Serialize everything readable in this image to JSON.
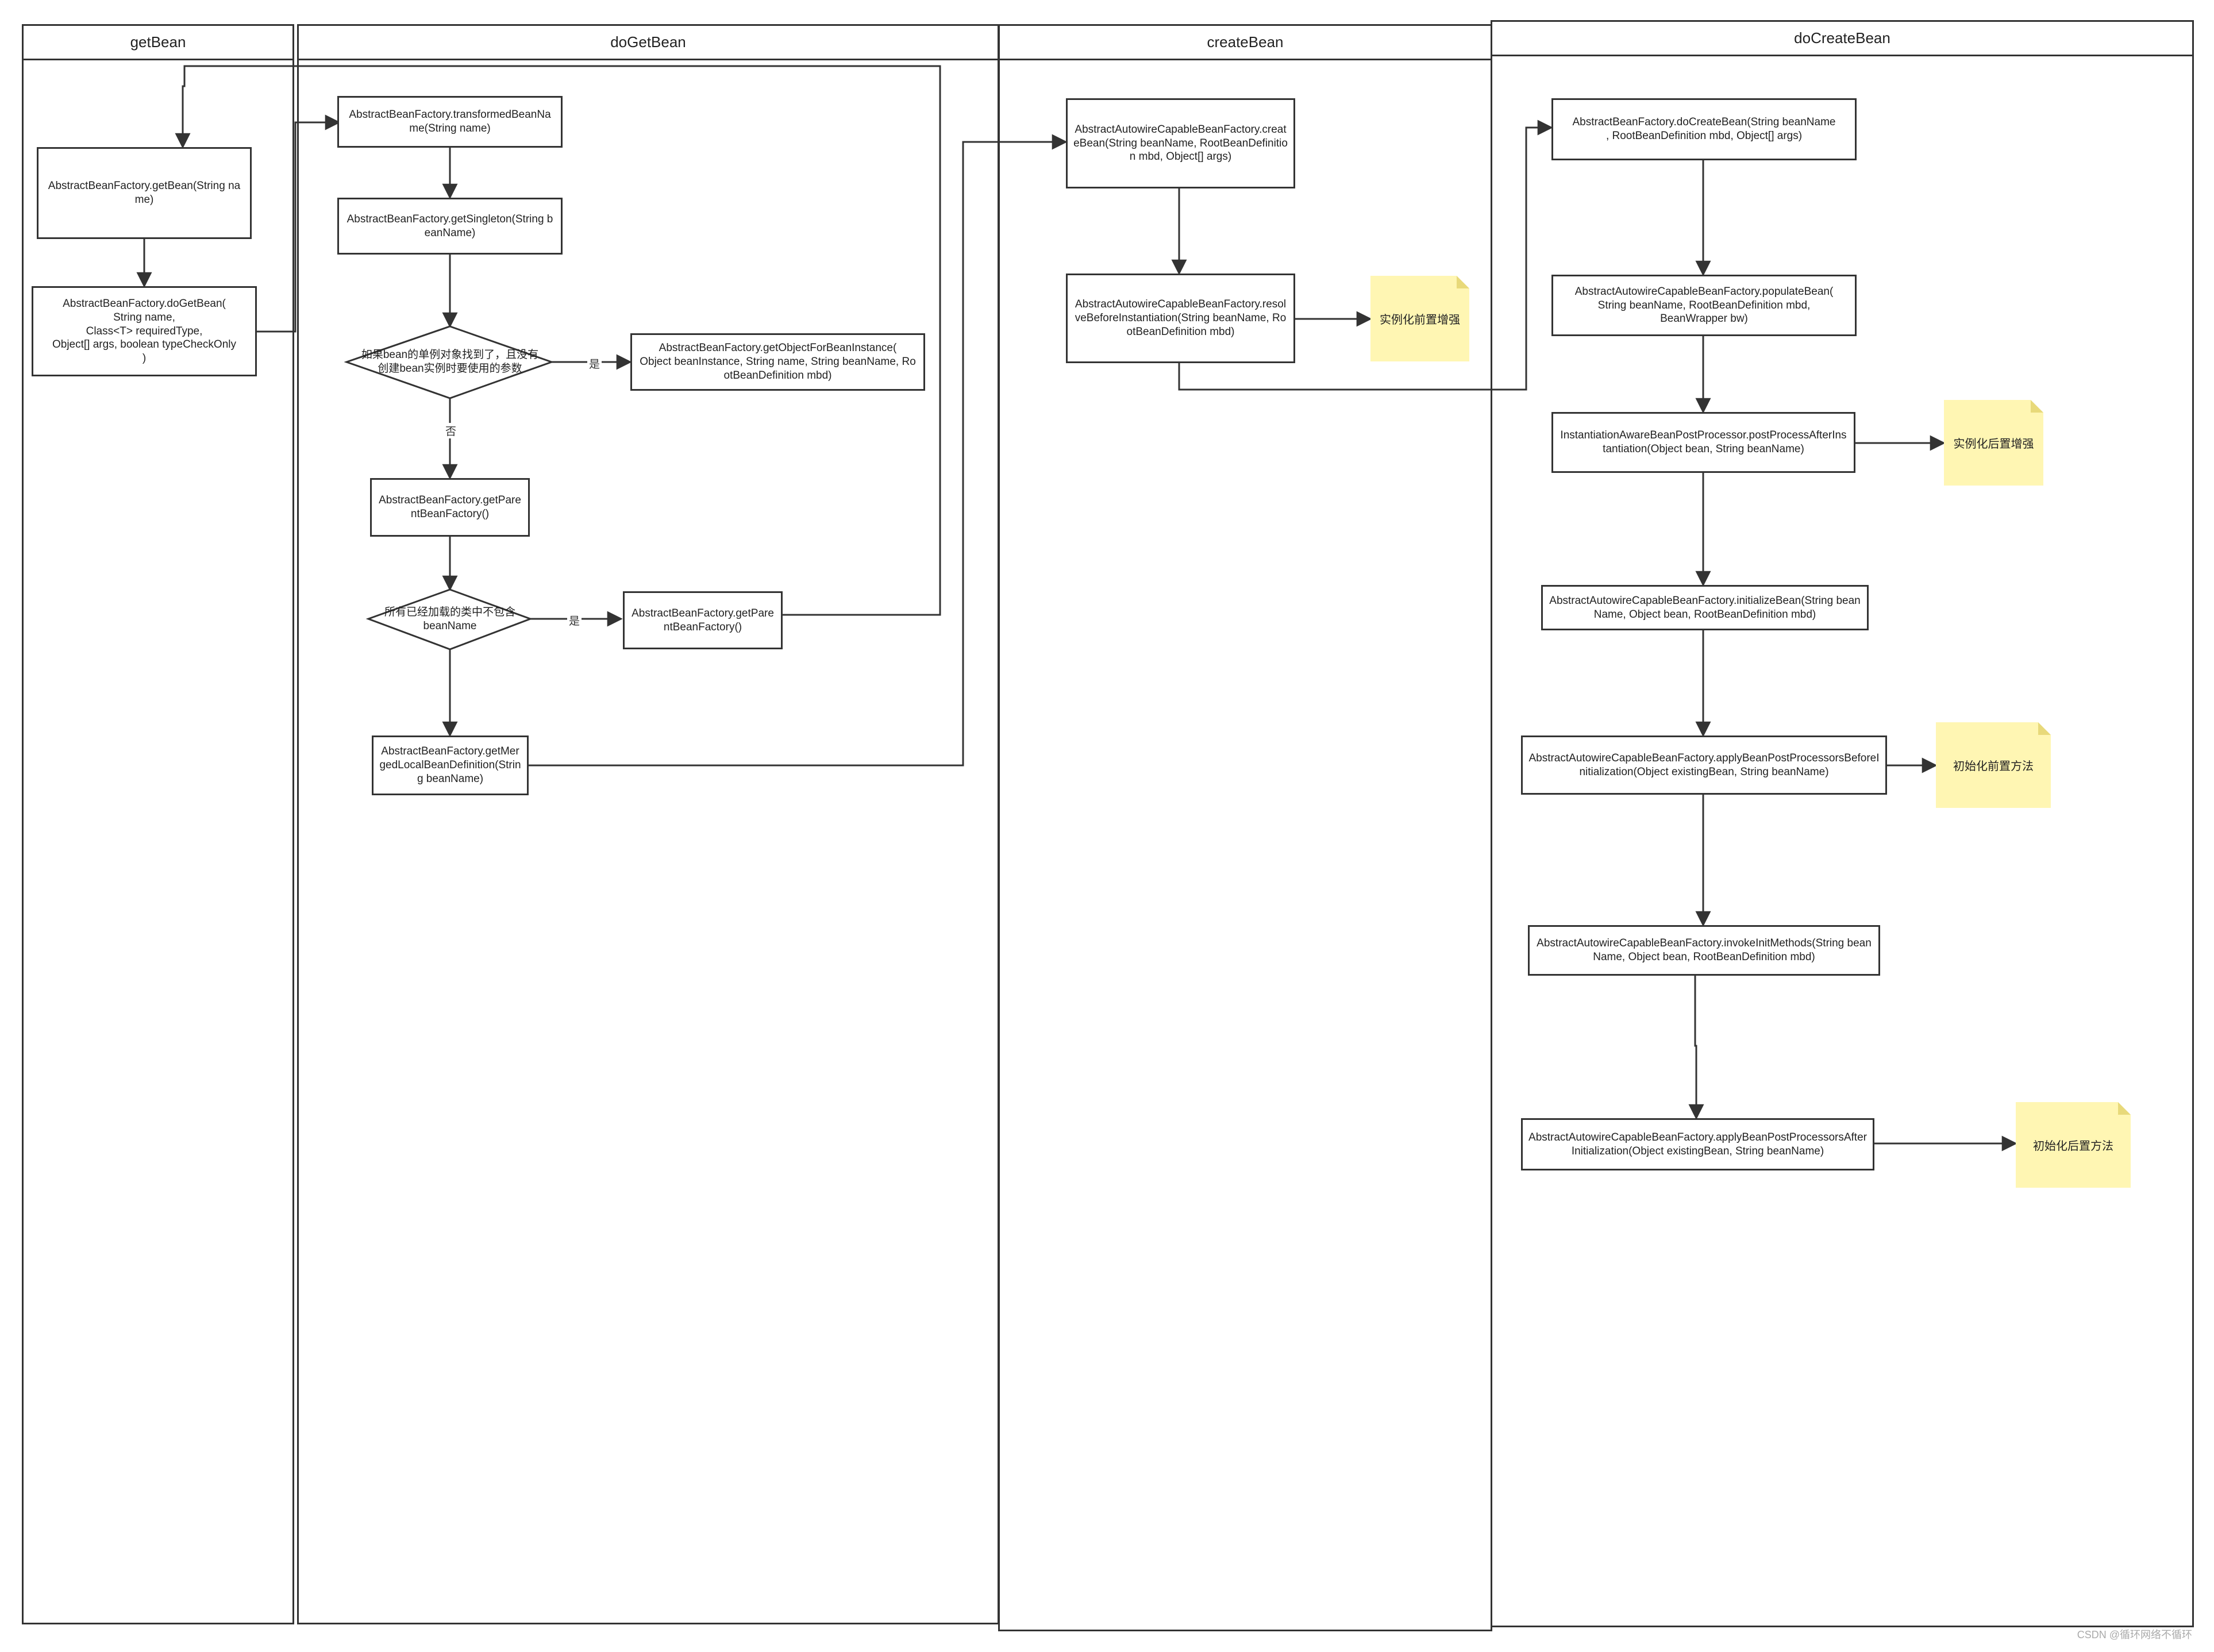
{
  "lanes": {
    "getBean": "getBean",
    "doGetBean": "doGetBean",
    "createBean": "createBean",
    "doCreateBean": "doCreateBean"
  },
  "nodes": {
    "getBean": "AbstractBeanFactory.getBean(String name)",
    "doGetBean": "AbstractBeanFactory.doGetBean(\nString name,\nClass<T> requiredType,\nObject[] args, boolean typeCheckOnly\n)",
    "transformedBeanName": "AbstractBeanFactory.transformedBeanName(String name)",
    "getSingleton": "AbstractBeanFactory.getSingleton(String beanName)",
    "singletonCheck": "如果bean的单例对象找到了，且没有\n创建bean实例时要使用的参数",
    "getObjectForBeanInstance": "AbstractBeanFactory.getObjectForBeanInstance(\nObject beanInstance, String name, String beanName,  RootBeanDefinition mbd)",
    "getParentBeanFactory1": "AbstractBeanFactory.getParentBeanFactory()",
    "parentCheck": "所有已经加载的类中不包含\nbeanName",
    "getParentBeanFactory2": "AbstractBeanFactory.getParentBeanFactory()",
    "getMergedLocalBeanDefinition": "AbstractBeanFactory.getMergedLocalBeanDefinition(String beanName)",
    "createBean": "AbstractAutowireCapableBeanFactory.createBean(String beanName, RootBeanDefinition mbd, Object[] args)",
    "resolveBeforeInstantiation": "AbstractAutowireCapableBeanFactory.resolveBeforeInstantiation(String beanName, RootBeanDefinition mbd)",
    "doCreateBean": "AbstractBeanFactory.doCreateBean(String beanName\n, RootBeanDefinition mbd, Object[] args)",
    "populateBean": "AbstractAutowireCapableBeanFactory.populateBean(\nString beanName, RootBeanDefinition mbd,\nBeanWrapper bw)",
    "postProcessAfterInstantiation": "InstantiationAwareBeanPostProcessor.postProcessAfterInstantiation(Object bean, String beanName)",
    "initializeBean": "AbstractAutowireCapableBeanFactory.initializeBean(String beanName, Object bean,  RootBeanDefinition mbd)",
    "applyBeforeInit": "AbstractAutowireCapableBeanFactory.applyBeanPostProcessorsBeforeInitialization(Object existingBean, String beanName)",
    "invokeInitMethods": "AbstractAutowireCapableBeanFactory.invokeInitMethods(String beanName, Object bean, RootBeanDefinition mbd)",
    "applyAfterInit": "AbstractAutowireCapableBeanFactory.applyBeanPostProcessorsAfterInitialization(Object existingBean, String beanName)"
  },
  "notes": {
    "beforeInstantiation": "实例化前置增强",
    "afterInstantiation": "实例化后置增强",
    "beforeInitialization": "初始化前置方法",
    "afterInitialization": "初始化后置方法"
  },
  "edge_labels": {
    "yes1": "是",
    "no1": "否",
    "yes2": "是"
  },
  "watermark": "CSDN @循环网络不循环",
  "colors": {
    "stroke": "#333333",
    "note_fill": "#fff6b3",
    "background": "#ffffff"
  }
}
